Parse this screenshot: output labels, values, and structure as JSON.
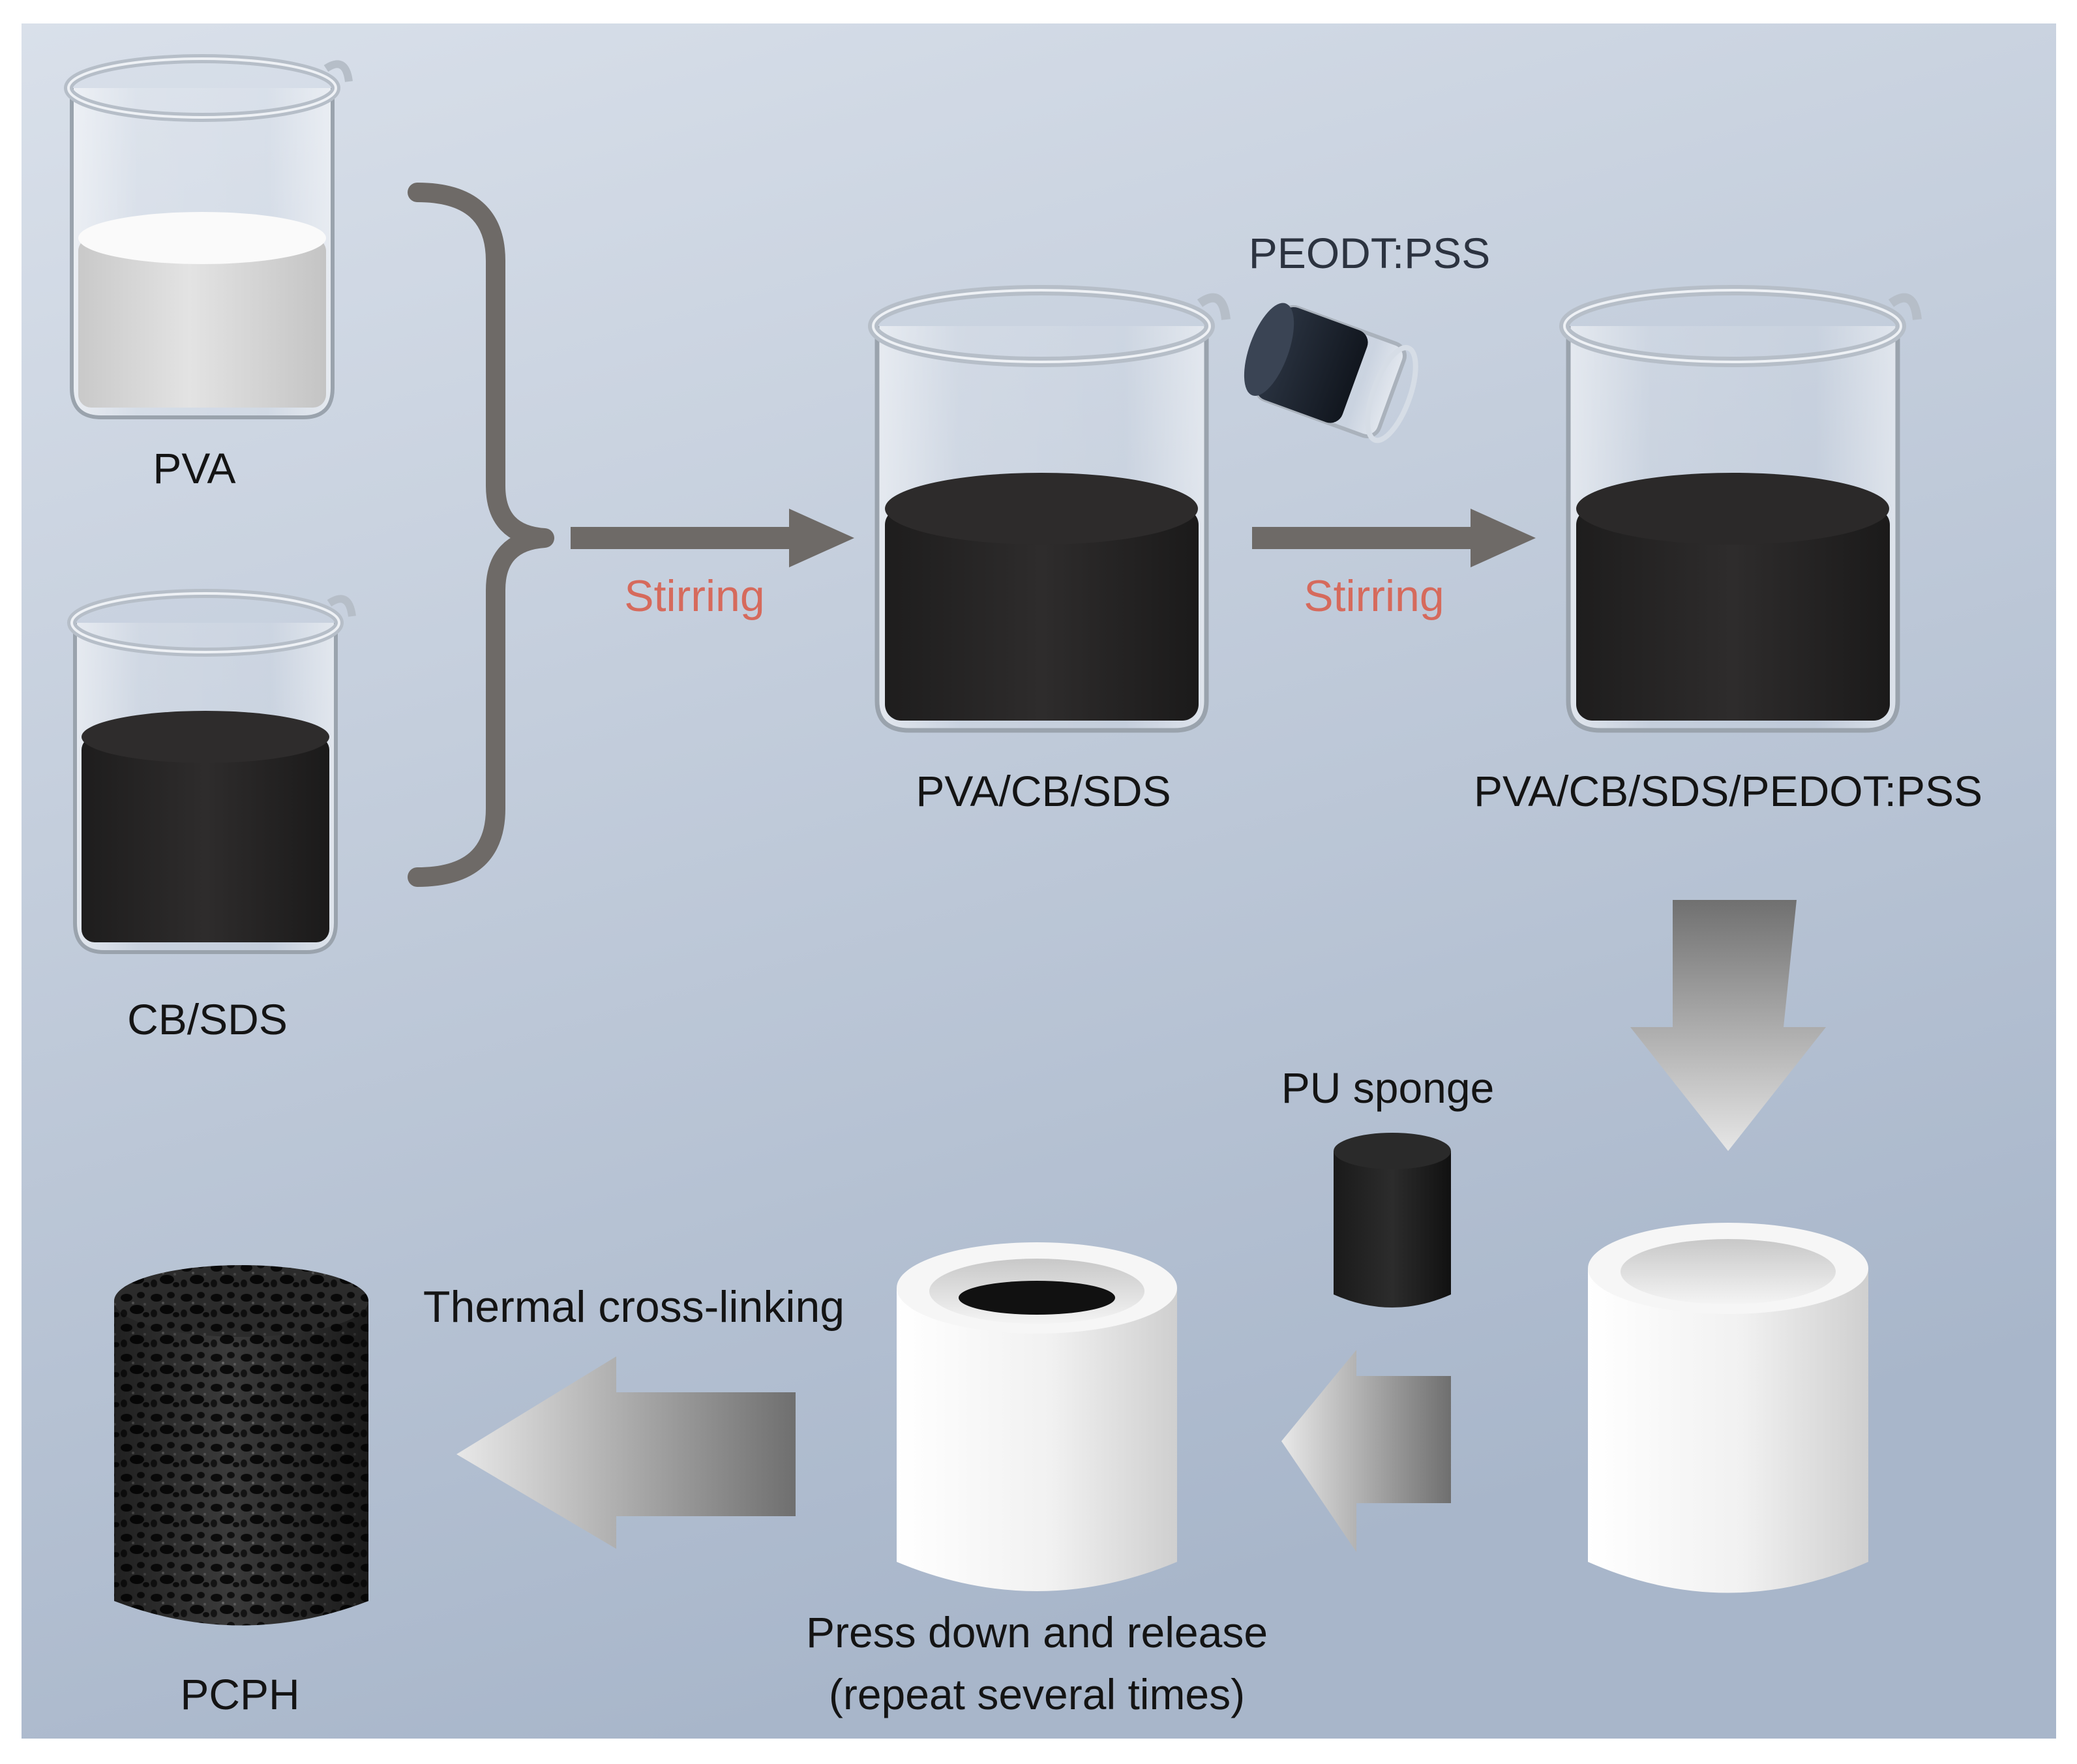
{
  "labels": {
    "pva": "PVA",
    "cb_sds": "CB/SDS",
    "stirring_1": "Stirring",
    "pva_cb_sds": "PVA/CB/SDS",
    "peodt_pss": "PEODT:PSS",
    "stirring_2": "Stirring",
    "pva_cb_sds_pedot_pss": "PVA/CB/SDS/PEDOT:PSS",
    "pu_sponge": "PU sponge",
    "thermal_cross_linking": "Thermal cross-linking",
    "press_down_line1": "Press down and release",
    "press_down_line2": "(repeat several times)",
    "pcph": "PCPH"
  },
  "colors": {
    "background_top": "#d7dee9",
    "background_bottom": "#a9b7cb",
    "stirring_text": "#d66a5c",
    "arrow": "#6e6a67",
    "dark_solution": "#262424",
    "white_solution": "#f2f2f2"
  }
}
